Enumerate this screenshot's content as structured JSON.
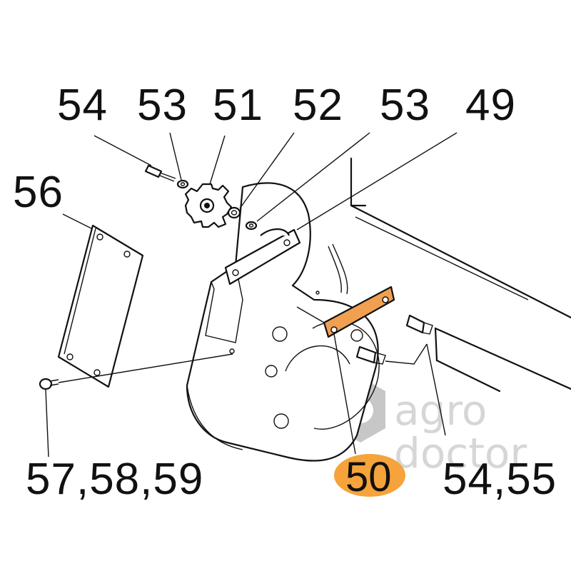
{
  "callouts": {
    "c54_top": "54",
    "c53_left": "53",
    "c51": "51",
    "c52": "52",
    "c53_right": "53",
    "c49": "49",
    "c56": "56",
    "c57_58_59": "57,58,59",
    "c50": "50",
    "c54_55": "54,55"
  },
  "watermark": {
    "line1": "agro",
    "line2": "doctor"
  },
  "colors": {
    "highlight": "#f5a33a",
    "highlight_part": "#f0a050",
    "watermark_orange": "#f3b05a",
    "watermark_gray": "#c9c9c9"
  }
}
